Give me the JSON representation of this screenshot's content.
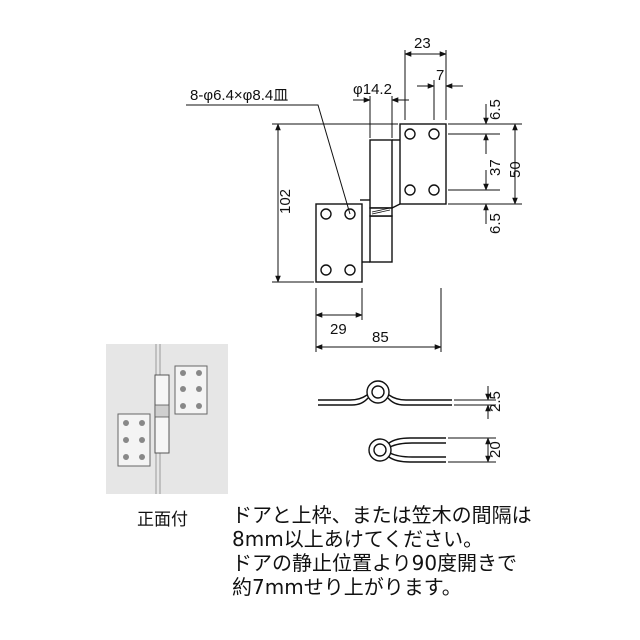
{
  "dimensions": {
    "holes": "8-φ6.4×φ8.4皿",
    "pin_dia": "φ14.2",
    "top_width": "23",
    "top_offset": "7",
    "top_margin": "6.5",
    "hole_pitch": "37",
    "plate_height": "50",
    "bottom_margin": "6.5",
    "total_height": "102",
    "leaf_width": "29",
    "total_width": "85",
    "open_thickness": "2.5",
    "closed_thickness": "20"
  },
  "photo_caption": "正面付",
  "note_lines": [
    "ドアと上枠、または笠木の間隔は",
    "8mm以上あけてください。",
    "ドアの静止位置より90度開きで",
    "約7mmせり上がります。"
  ]
}
